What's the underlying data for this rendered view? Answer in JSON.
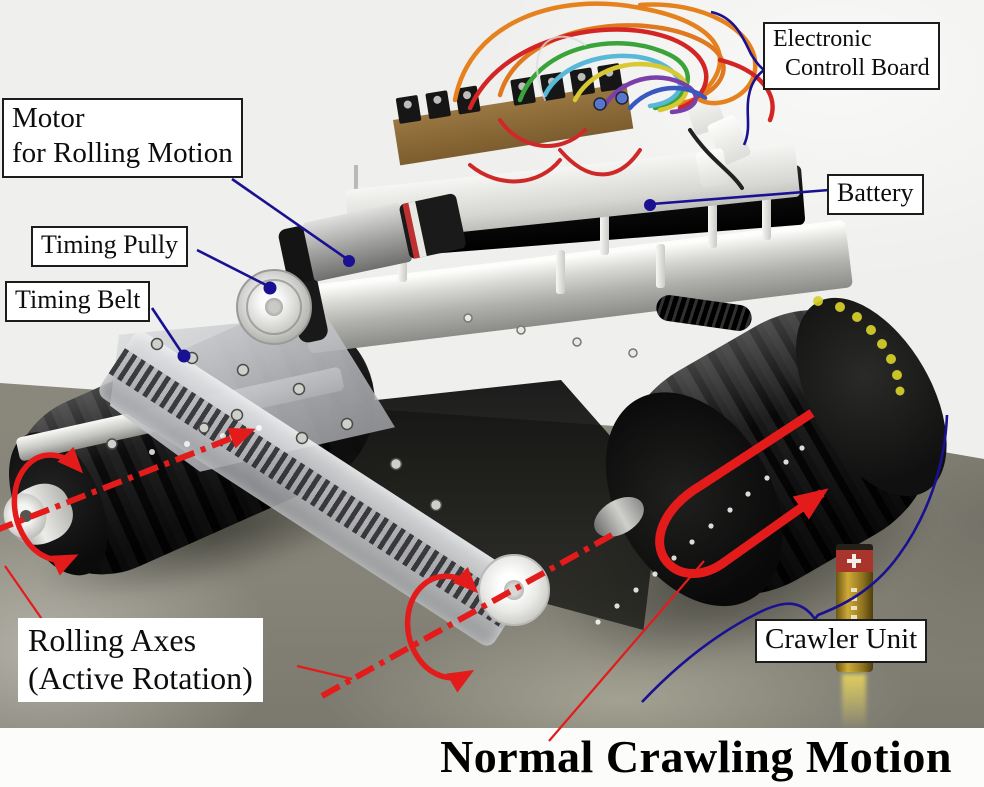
{
  "figure": {
    "caption": "Normal Crawling Motion",
    "labels": {
      "motor": {
        "line1": "Motor",
        "line2": "for Rolling Motion"
      },
      "timing_pully": "Timing Pully",
      "timing_belt": "Timing Belt",
      "electronic_control_board": {
        "line1": "Electronic",
        "line2": "Controll Board"
      },
      "battery": "Battery",
      "rolling_axes": {
        "line1": "Rolling Axes",
        "line2": "(Active Rotation)"
      },
      "crawler_unit": "Crawler Unit"
    },
    "colors": {
      "annotation_blue": "#1a1192",
      "annotation_red": "#e41b1b",
      "label_background": "#ffffff",
      "label_border": "#1c1c1c",
      "caption_text": "#000000"
    }
  }
}
